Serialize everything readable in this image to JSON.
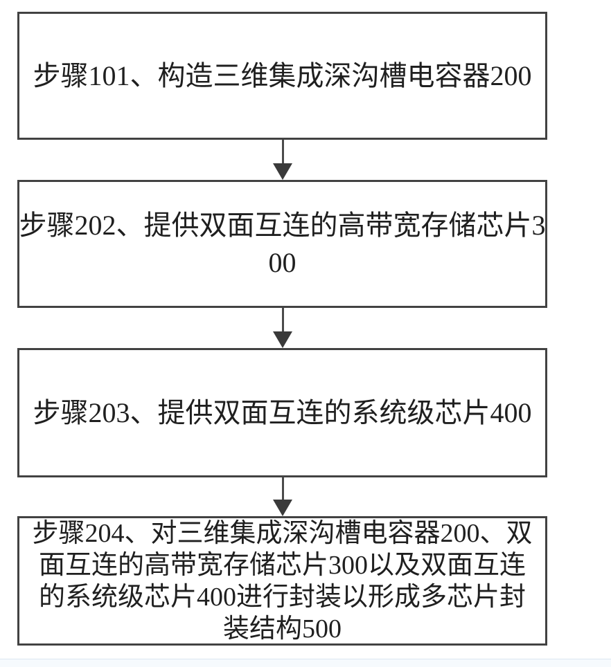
{
  "flowchart": {
    "type": "flowchart",
    "direction": "top-down",
    "steps": [
      {
        "id": "101",
        "text": "步骤101、构造三维集成深沟槽电容器200",
        "lines": [
          "步骤101、构造三维集成深沟槽电容器200"
        ]
      },
      {
        "id": "202",
        "text": "步骤202、提供双面互连的高带宽存储芯片300",
        "lines": [
          "步骤202、提供双面互连的高带宽存储芯片3",
          "00"
        ]
      },
      {
        "id": "203",
        "text": "步骤203、提供双面互连的系统级芯片400",
        "lines": [
          "步骤203、提供双面互连的系统级芯片400"
        ]
      },
      {
        "id": "204",
        "text": "步骤204、对三维集成深沟槽电容器200、双面互连的高带宽存储芯片300以及双面互连的系统级芯片400进行封装以形成多芯片封装结构500",
        "lines": [
          "步骤204、对三维集成深沟槽电容器200、双",
          "面互连的高带宽存储芯片300以及双面互连",
          "的系统级芯片400进行封装以形成多芯片封",
          "装结构500"
        ]
      }
    ],
    "colors": {
      "box_border": "#424242",
      "arrow": "#3a3a3a",
      "text": "#1f1f1f",
      "background": "#ffffff",
      "bottom_strip": "#f6fafd",
      "bottom_strip_border": "#dce6f1"
    }
  }
}
